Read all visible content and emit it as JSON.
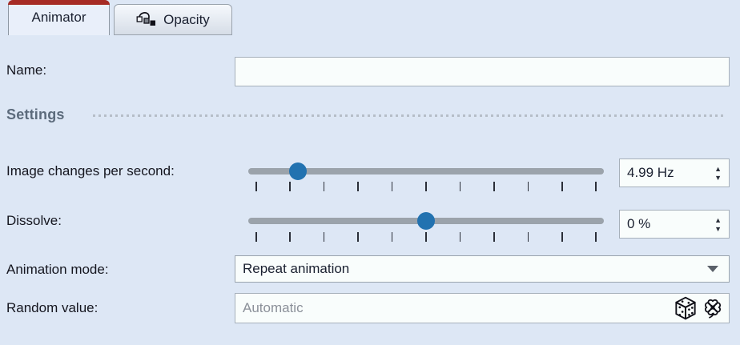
{
  "tabs": {
    "items": [
      {
        "label": "Animator",
        "active": true
      },
      {
        "label": "Opacity",
        "active": false,
        "icon": "opacity-animation-icon"
      }
    ],
    "active_accent_color": "#a62b25"
  },
  "form": {
    "name": {
      "label": "Name:",
      "value": "",
      "placeholder": ""
    },
    "settings_section": {
      "title": "Settings"
    },
    "rate": {
      "label": "Image changes per second:",
      "value": "4.99 Hz",
      "slider_percent": 14,
      "tick_count": 11
    },
    "dissolve": {
      "label": "Dissolve:",
      "value": "0 %",
      "slider_percent": 50,
      "tick_count": 11
    },
    "animation_mode": {
      "label": "Animation mode:",
      "value": "Repeat animation"
    },
    "random_value": {
      "label": "Random value:",
      "placeholder": "Automatic",
      "icons": [
        "dice-icon",
        "clover-icon"
      ]
    }
  },
  "glyphs": {
    "spin_up": "▲",
    "spin_down": "▼"
  },
  "colors": {
    "panel_background": "#dde7f5",
    "accent_red": "#a62b25",
    "slider_handle": "#2272b0",
    "slider_track": "#9ba3ab",
    "label_text": "#15161f",
    "section_title": "#5c6b7c",
    "field_background": "#f9fdfc",
    "field_border": "#a6b0bb",
    "placeholder_text": "#8b9099"
  }
}
